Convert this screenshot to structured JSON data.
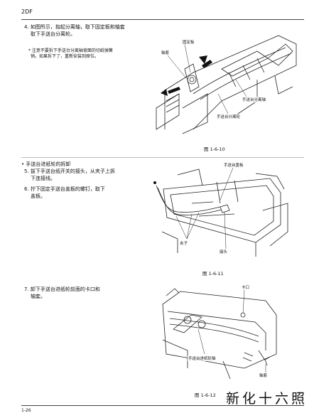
{
  "header": {
    "model": "2DF"
  },
  "steps": [
    {
      "id": "s4",
      "num": "4.",
      "lines": [
        "如图所示，抬起分离轴，取下固定板和轴套",
        "取下手送台分离轮。"
      ]
    },
    {
      "id": "s5",
      "num": "5.",
      "lines": [
        "拔下手送台纸开关的接头，从夹子上拆",
        "下连接线。"
      ]
    },
    {
      "id": "s6",
      "num": "6.",
      "lines": [
        "拧下固定手送台盖板的螺钉，取下",
        "盖板。"
      ]
    },
    {
      "id": "s7",
      "num": "7.",
      "lines": [
        "卸下手送台进纸轮前面的卡口和",
        "轴套。"
      ]
    }
  ],
  "note": {
    "mark": "*",
    "lines": [
      "注意不要拆下手送台分离轴背面的切纸弹簧",
      "销。如果拆下了，重新安装到原位。"
    ]
  },
  "section": {
    "bullet": "•",
    "title": "手送台进纸轮的拆卸"
  },
  "figures": [
    {
      "id": "fig1",
      "caption": "图 1-6-10",
      "labels": [
        "固定板",
        "轴套",
        "手送台分离轴",
        "手送台分离轮"
      ]
    },
    {
      "id": "fig2",
      "caption": "图 1-6-11",
      "labels": [
        "手送台盖板",
        "夹子",
        "接头"
      ]
    },
    {
      "id": "fig3",
      "caption": "图 1-6-12",
      "labels": [
        "卡口",
        "手送台进纸轮轴",
        "轴套"
      ]
    }
  ],
  "watermark": "新化十六照",
  "footer": {
    "page": "1-26"
  }
}
